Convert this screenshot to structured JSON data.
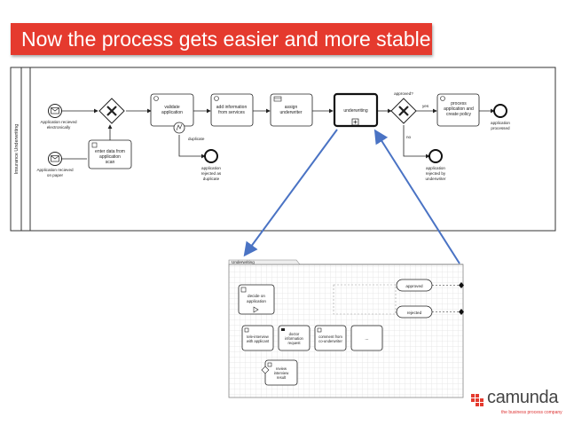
{
  "slide": {
    "title": "Now the process gets easier and more stable",
    "accent_color": "#e53a2e"
  },
  "main_process": {
    "lane_label": "Insurance Underwriting",
    "start_events": [
      {
        "label_line1": "Application recieved",
        "label_line2": "electronically",
        "icon": "envelope-icon"
      },
      {
        "label_line1": "Application recieved",
        "label_line2": "on paper",
        "icon": "envelope-icon"
      }
    ],
    "tasks": {
      "validate": {
        "line1": "validate",
        "line2": "application"
      },
      "add_info": {
        "line1": "add information",
        "line2": "from services"
      },
      "assign": {
        "line1": "assign",
        "line2": "underwriter"
      },
      "underwriting": {
        "line1": "underwriting"
      },
      "process": {
        "line1": "process",
        "line2": "application and",
        "line3": "create policy"
      },
      "enter_data": {
        "line1": "enter data from",
        "line2": "application",
        "line3": "scan"
      }
    },
    "gateway_labels": {
      "approved": "approved?",
      "yes": "yes",
      "no": "no",
      "duplicate": "duplicate"
    },
    "end_events": {
      "processed": {
        "line1": "application",
        "line2": "processed"
      },
      "rejected_duplicate": {
        "line1": "application",
        "line2": "rejected as",
        "line3": "duplicate"
      },
      "rejected_underwriter": {
        "line1": "application",
        "line2": "rejected by",
        "line3": "underwriter"
      }
    }
  },
  "subprocess": {
    "tab_label": "Underwriting",
    "tasks": {
      "decide": {
        "line1": "decide on",
        "line2": "application"
      },
      "tele_interview": {
        "line1": "tele-interview",
        "line2": "with applicant"
      },
      "doctor": {
        "line1": "doctor",
        "line2": "information",
        "line3": "request"
      },
      "comment": {
        "line1": "comment from",
        "line2": "co-underwriter"
      },
      "placeholder": {
        "line1": "..."
      },
      "review": {
        "line1": "review",
        "line2": "interview",
        "line3": "result"
      }
    },
    "outcomes": {
      "approved": "approved",
      "rejected": "rejected"
    }
  },
  "brand": {
    "name": "camunda",
    "tagline": "the business process company"
  }
}
